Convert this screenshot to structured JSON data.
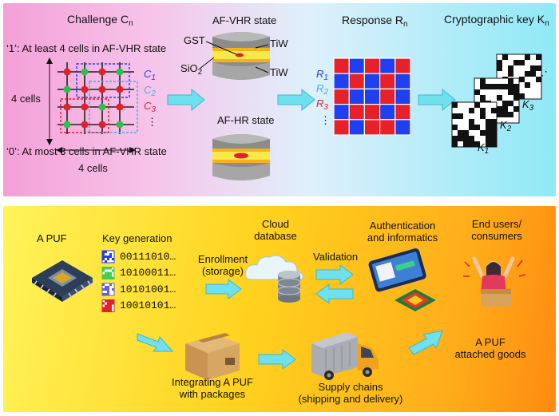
{
  "top": {
    "challenge_title": "Challenge C",
    "challenge_sub": "n",
    "rule_1": "‘1’: At least 4 cells in AF-VHR state",
    "rule_0": "‘0’: At most 3 cells in AF-VHR state",
    "dim_vertical": "4 cells",
    "dim_horizontal": "4 cells",
    "c_labels": [
      {
        "main": "C",
        "sub": "1",
        "color": "#2a3cf2"
      },
      {
        "main": "C",
        "sub": "2",
        "color": "#4fa8ea"
      },
      {
        "main": "C",
        "sub": "3",
        "color": "#e0202a"
      }
    ],
    "c_ellipsis": "⋮",
    "vhr_title": "AF-VHR state",
    "vhr_gst": "GST",
    "vhr_sio2": "SiO",
    "vhr_sio2_sub": "2",
    "vhr_tiw_top": "TiW",
    "vhr_tiw_bottom": "TiW",
    "hr_title": "AF-HR state",
    "response_title": "Response R",
    "response_sub": "n",
    "r_labels": [
      {
        "main": "R",
        "sub": "1",
        "color": "#2a3cf2"
      },
      {
        "main": "R",
        "sub": "2",
        "color": "#4fa8ea"
      },
      {
        "main": "R",
        "sub": "3",
        "color": "#e0202a"
      }
    ],
    "r_ellipsis": "⋮",
    "key_title": "Cryptographic key K",
    "key_sub": "n",
    "k_labels": [
      {
        "main": "K",
        "sub": "1"
      },
      {
        "main": "K",
        "sub": "2"
      },
      {
        "main": "K",
        "sub": "3"
      }
    ],
    "k_ellipsis": "⋰"
  },
  "bottom": {
    "puf_title": "A PUF",
    "keygen_title": "Key generation",
    "keys": [
      "00111010…",
      "10100011…",
      "10101001…",
      "10010101…"
    ],
    "key_colors": [
      "#2a3cf2",
      "#44cc55",
      "#6060e0",
      "#e0202a"
    ],
    "enrollment_line1": "Enrollment",
    "enrollment_line2": "(storage)",
    "cloud_line1": "Cloud",
    "cloud_line2": "database",
    "validation": "Validation",
    "auth_line1": "Authentication",
    "auth_line2": "and informatics",
    "end_line1": "End users/",
    "end_line2": "consumers",
    "integrating_line1": "Integrating A PUF",
    "integrating_line2": "with packages",
    "supply_line1": "Supply chains",
    "supply_line2": "(shipping and delivery)",
    "attached_line1": "A PUF",
    "attached_line2": "attached goods"
  },
  "colors": {
    "response_red": "#e8202a",
    "response_blue": "#1f3ff0",
    "arrow": "#6fe0ee"
  },
  "response_grid": [
    [
      "red",
      "blue",
      "red",
      "blue",
      "red"
    ],
    [
      "blue",
      "red",
      "blue",
      "red",
      "blue"
    ],
    [
      "red",
      "blue",
      "blue",
      "red",
      "blue"
    ],
    [
      "blue",
      "red",
      "red",
      "blue",
      "red"
    ],
    [
      "red",
      "blue",
      "red",
      "red",
      "blue"
    ]
  ]
}
